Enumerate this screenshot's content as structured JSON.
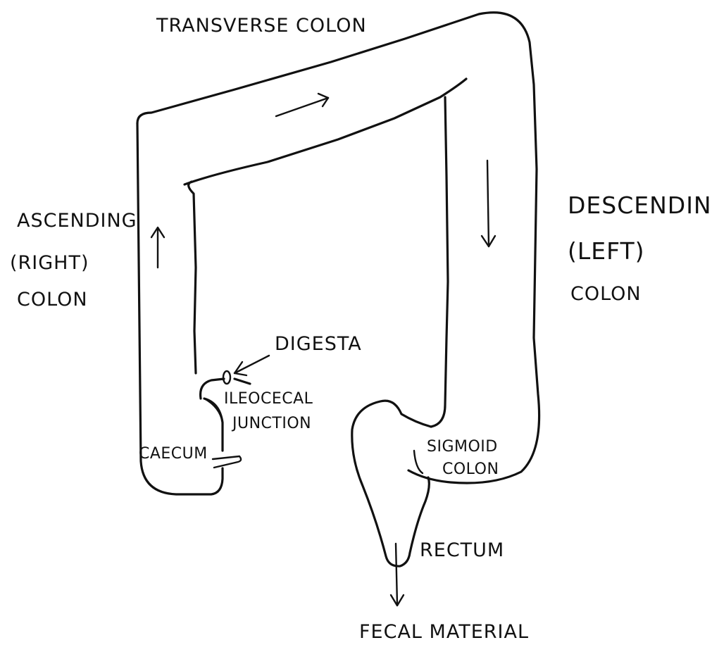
{
  "labels": {
    "transverse": "TRANSVERSE COLON",
    "ascending_line1": "ASCENDING",
    "ascending_line2": "(RIGHT)",
    "ascending_line3": "COLON",
    "descending_line1": "DESCENDING",
    "descending_line2": "(LEFT)",
    "descending_line3": "COLON",
    "digesta": "DIGESTA",
    "ileocecal_line1": "ILEOCECAL",
    "ileocecal_line2": "JUNCTION",
    "caecum": "CAECUM",
    "sigmoid_line1": "SIGMOID",
    "sigmoid_line2": "COLON",
    "rectum": "RECTUM",
    "fecal": "FECAL MATERIAL"
  },
  "colors": {
    "ink": "#111111",
    "background": "#ffffff"
  }
}
